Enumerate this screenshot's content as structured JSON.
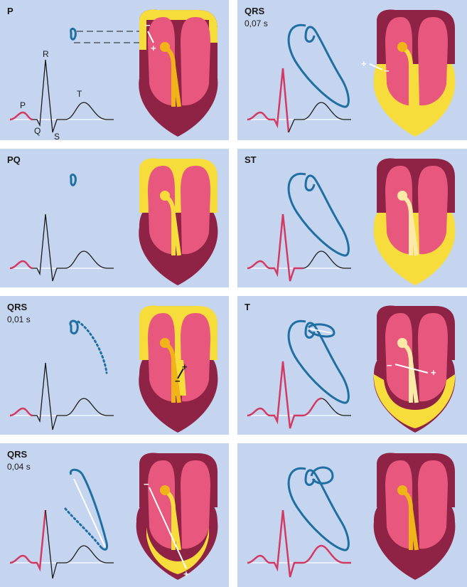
{
  "colors": {
    "panel_bg": "#c5d4ef",
    "loop": "#1f6fa3",
    "ecg_active": "#d23a64",
    "myocardium": "#8e2345",
    "chamber": "#e8587e",
    "excitation": "#f7dd3c",
    "conduction": "#f0b419",
    "vector": "#ffffff"
  },
  "panels": [
    {
      "id": "p",
      "label": "P",
      "sublabel": ""
    },
    {
      "id": "qrs-007",
      "label": "QRS",
      "sublabel": "0,07 s"
    },
    {
      "id": "pq",
      "label": "PQ",
      "sublabel": ""
    },
    {
      "id": "st",
      "label": "ST",
      "sublabel": ""
    },
    {
      "id": "qrs-001",
      "label": "QRS",
      "sublabel": "0,01 s"
    },
    {
      "id": "t",
      "label": "T",
      "sublabel": ""
    },
    {
      "id": "qrs-004",
      "label": "QRS",
      "sublabel": "0,04 s"
    },
    {
      "id": "final",
      "label": "",
      "sublabel": ""
    }
  ],
  "ecg_wave_labels": {
    "p": "P",
    "q": "Q",
    "r": "R",
    "s": "S",
    "t": "T"
  },
  "signs": {
    "plus": "+",
    "minus": "−"
  }
}
